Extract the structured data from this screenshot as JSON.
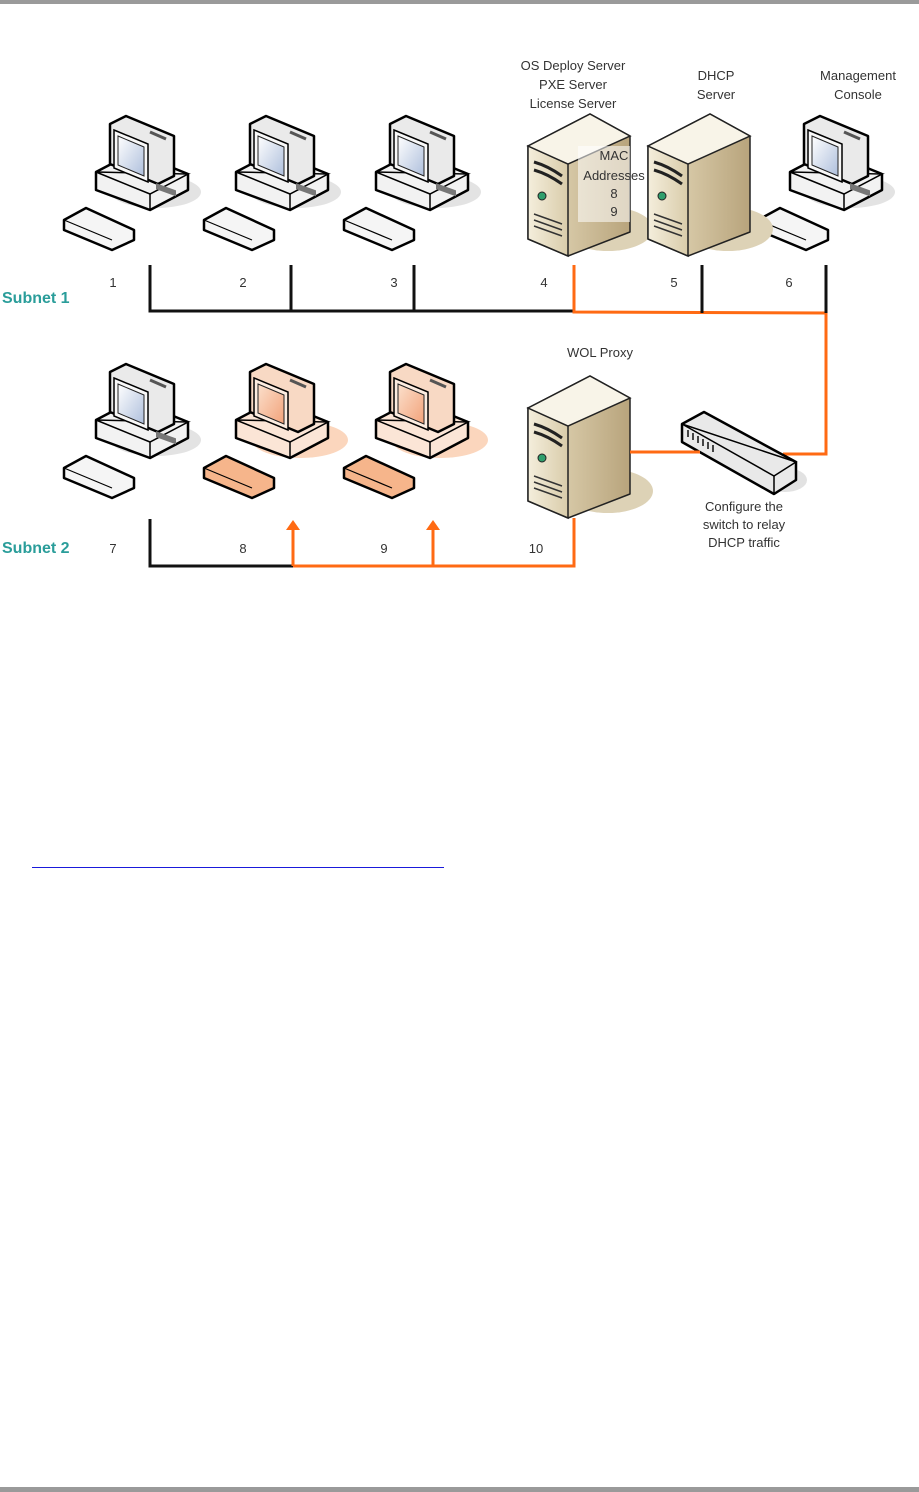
{
  "diagram": {
    "subnets": [
      {
        "label": "Subnet 1"
      },
      {
        "label": "Subnet 2"
      }
    ],
    "node_numbers": [
      "1",
      "2",
      "3",
      "4",
      "5",
      "6",
      "7",
      "8",
      "9",
      "10"
    ],
    "server_labels": {
      "os_deploy": [
        "OS Deploy Server",
        "PXE Server",
        "License Server"
      ],
      "dhcp": [
        "DHCP",
        "Server"
      ],
      "console": [
        "Management",
        "Console"
      ],
      "wol_proxy": "WOL Proxy"
    },
    "mac_note": [
      "MAC",
      "Addresses",
      "8",
      "9"
    ],
    "switch_note": [
      "Configure the",
      "switch to relay",
      "DHCP traffic"
    ],
    "colors": {
      "highlight_path": "#ff6a13",
      "normal_path": "#111111",
      "subnet_label": "#2a9d9a",
      "target_pc_tint": "#f6c9a8"
    }
  }
}
